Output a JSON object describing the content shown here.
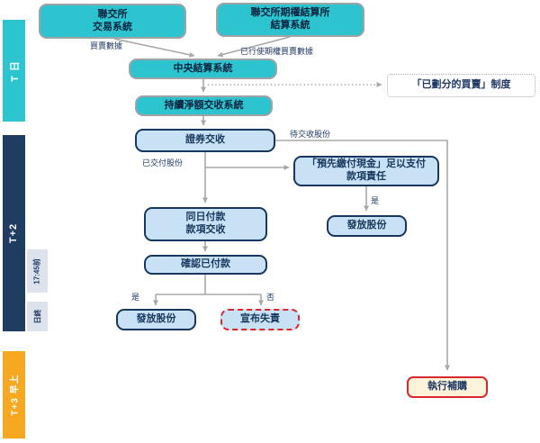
{
  "palette": {
    "teal": "#2BC4CF",
    "navy_bar": "#1F3C61",
    "yellow_bar": "#F6A821",
    "blue_fill": "#C9E1F4",
    "blue_border": "#17375E",
    "arrow_gray": "#A8A8A8",
    "alert_red": "#D9272E",
    "cream_fill": "#FCF3DA",
    "rail_label_fill": "#DCE3EC"
  },
  "timeline": {
    "t_day": "T 日",
    "t_plus_2": "T+2",
    "t2_cutoff": "17:45前",
    "t2_day_end": "日終",
    "t_plus_3_morning": "T+3 早上"
  },
  "nodes": {
    "ses": {
      "line1": "聯交所",
      "line2": "交易系統"
    },
    "seoch": {
      "line1": "聯交所期權結算所",
      "line2": "結算系統"
    },
    "ccass": {
      "label": "中央結算系統"
    },
    "cns": {
      "label": "持續淨額交收系統"
    },
    "securities_settlement": {
      "label": "證券交收"
    },
    "isolated_trades": {
      "label": "「已劃分的買賣」制度"
    },
    "prepayment": {
      "line1": "「預先繳付現金」足以支付",
      "line2": "款項責任"
    },
    "dvp": {
      "line1": "同日付款",
      "line2": "款項交收"
    },
    "confirm_payment": {
      "label": "確認已付款"
    },
    "release_shares_left": {
      "label": "發放股份"
    },
    "declare_default": {
      "label": "宣布失責"
    },
    "release_shares_right": {
      "label": "發放股份"
    },
    "buy_in": {
      "label": "執行補購"
    }
  },
  "edge_labels": {
    "trade_data": "買賣數據",
    "exercised_options_data": "已行使期權買賣數據",
    "shares_pending": "待交收股份",
    "shares_delivered": "已交付股份",
    "yes_prepaid": "是",
    "yes_paid": "是",
    "no_paid": "否"
  }
}
